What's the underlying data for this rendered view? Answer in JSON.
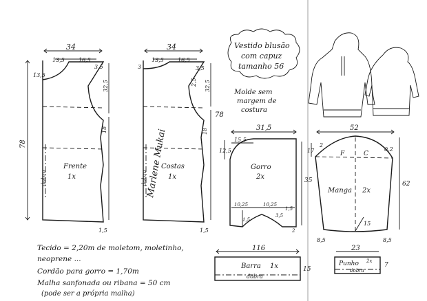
{
  "title": {
    "line1": "Vestido blusão",
    "line2": "com capuz",
    "line3": "tamanho 56"
  },
  "note": {
    "line1": "Molde sem",
    "line2": "margem de",
    "line3": "costura"
  },
  "front": {
    "label": "Frente",
    "qty": "1x",
    "fold": "dobra",
    "w": "34",
    "neck": "13,5",
    "shoulder": "16,5",
    "nd_left": "13,5",
    "nd_right": "3,5",
    "arm": "32,5",
    "side_top": "18",
    "length": "78",
    "hem": "1,5"
  },
  "back": {
    "label": "Costas",
    "qty": "1x",
    "fold": "dobra",
    "w": "34",
    "neck": "13,5",
    "shoulder": "16,5",
    "nd": "3",
    "sh_drop": "3,5",
    "arm_a": "2,5",
    "arm_b": "32,5",
    "length": "78",
    "side": "18",
    "hem": "1,5"
  },
  "hood": {
    "label": "Gorro",
    "qty": "2x",
    "w": "31,5",
    "top": "15,5",
    "left_d": "12,5",
    "h": "35",
    "bl": "10,25",
    "br": "10,25",
    "f1": "1,5",
    "f2": "3,5",
    "f3": "1,5",
    "r": "2"
  },
  "sleeve": {
    "label": "Manga",
    "qty": "2x",
    "w": "52",
    "b1": "17",
    "b2": "2",
    "b3": "0,2",
    "f": "F",
    "c": "C",
    "h": "62",
    "c15": "15",
    "h1": "8,5",
    "h2": "8,5"
  },
  "band": {
    "w": "116",
    "label": "Barra",
    "qty": "1x",
    "fold": "dobra",
    "h": "15"
  },
  "cuff": {
    "w": "23",
    "label": "Punho",
    "qty": "2x",
    "fold": "dobra",
    "h": "7"
  },
  "materials": {
    "line1": "Tecido = 2,20m de moletom, moletinho,",
    "line2": "neoprene ...",
    "line3": "Cordão para gorro = 1,70m",
    "line4": "Malha sanfonada ou ribana = 50 cm",
    "line5": "(pode ser a própria malha)"
  },
  "signature": "Marlene Mukai"
}
